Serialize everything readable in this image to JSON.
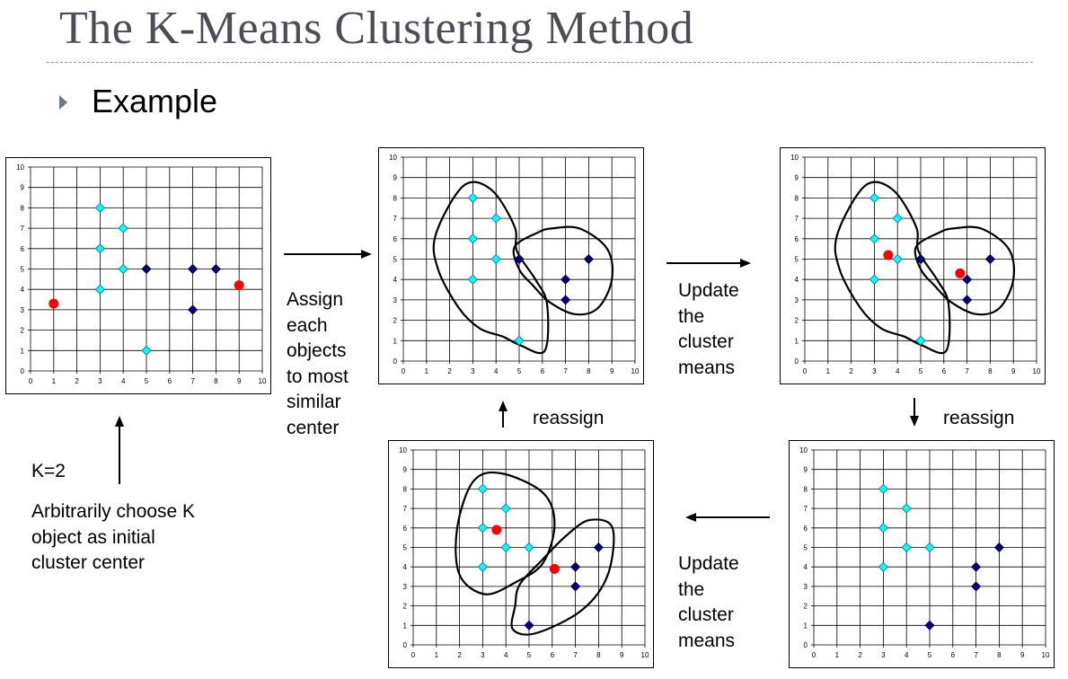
{
  "title": "The K-Means Clustering Method",
  "bullet": "Example",
  "captions": {
    "assign": "Assign\neach\nobjects\nto most\nsimilar\ncenter",
    "update1": "Update\nthe\ncluster\nmeans",
    "update2": "Update\nthe\ncluster\nmeans",
    "reassign1": "reassign",
    "reassign2": "reassign",
    "k": "K=2",
    "arbitrarily": "Arbitrarily choose K\nobject as initial\ncluster center"
  },
  "colors": {
    "light_point": "#00ffff",
    "dark_point": "#000080",
    "center_point": "#ff0000",
    "grid": "#000000"
  },
  "plots": [
    {
      "id": "initial",
      "xlim": [
        0,
        10
      ],
      "ylim": [
        0,
        10
      ],
      "ticks": [
        "0",
        "1",
        "2",
        "3",
        "4",
        "5",
        "6",
        "7",
        "8",
        "9",
        "10"
      ],
      "light_points": [
        [
          3,
          8
        ],
        [
          4,
          7
        ],
        [
          3,
          6
        ],
        [
          4,
          5
        ],
        [
          3,
          4
        ],
        [
          5,
          1
        ]
      ],
      "dark_points": [
        [
          5,
          5
        ],
        [
          7,
          5
        ],
        [
          8,
          5
        ],
        [
          7,
          3
        ]
      ],
      "centers": [
        [
          1,
          3.3
        ],
        [
          9,
          4.2
        ]
      ],
      "clusters": []
    },
    {
      "id": "assigned",
      "xlim": [
        0,
        10
      ],
      "ylim": [
        0,
        10
      ],
      "ticks": [
        "0",
        "1",
        "2",
        "3",
        "4",
        "5",
        "6",
        "7",
        "8",
        "9",
        "10"
      ],
      "light_points": [
        [
          3,
          8
        ],
        [
          4,
          7
        ],
        [
          3,
          6
        ],
        [
          4,
          5
        ],
        [
          3,
          4
        ],
        [
          5,
          1
        ]
      ],
      "dark_points": [
        [
          5,
          5
        ],
        [
          7,
          4
        ],
        [
          8,
          5
        ],
        [
          7,
          3
        ]
      ],
      "centers": [],
      "clusters": [
        [
          [
            1.4,
            6.2
          ],
          [
            2.6,
            8.6
          ],
          [
            3.8,
            8.4
          ],
          [
            4.8,
            6.6
          ],
          [
            4.9,
            5.4
          ],
          [
            5.7,
            4.0
          ],
          [
            6.2,
            2.8
          ],
          [
            6.1,
            0.5
          ],
          [
            5.0,
            0.8
          ],
          [
            4.3,
            1.2
          ],
          [
            3.3,
            1.6
          ],
          [
            2.4,
            2.6
          ],
          [
            1.5,
            4.5
          ]
        ],
        [
          [
            4.8,
            5.6
          ],
          [
            5.8,
            6.3
          ],
          [
            6.4,
            6.5
          ],
          [
            7.6,
            6.5
          ],
          [
            8.8,
            5.5
          ],
          [
            9.0,
            4.0
          ],
          [
            8.4,
            2.6
          ],
          [
            7.4,
            2.3
          ],
          [
            6.3,
            2.9
          ],
          [
            5.6,
            3.7
          ],
          [
            5.0,
            4.5
          ]
        ]
      ]
    },
    {
      "id": "updated",
      "xlim": [
        0,
        10
      ],
      "ylim": [
        0,
        10
      ],
      "ticks": [
        "0",
        "1",
        "2",
        "3",
        "4",
        "5",
        "6",
        "7",
        "8",
        "9",
        "10"
      ],
      "light_points": [
        [
          3,
          8
        ],
        [
          4,
          7
        ],
        [
          3,
          6
        ],
        [
          4,
          5
        ],
        [
          3,
          4
        ],
        [
          5,
          1
        ]
      ],
      "dark_points": [
        [
          5,
          5
        ],
        [
          7,
          4
        ],
        [
          8,
          5
        ],
        [
          7,
          3
        ]
      ],
      "centers": [
        [
          3.6,
          5.2
        ],
        [
          6.7,
          4.3
        ]
      ],
      "clusters": [
        [
          [
            1.4,
            6.2
          ],
          [
            2.6,
            8.6
          ],
          [
            3.8,
            8.4
          ],
          [
            4.8,
            6.6
          ],
          [
            4.9,
            5.4
          ],
          [
            5.7,
            4.0
          ],
          [
            6.2,
            2.8
          ],
          [
            6.1,
            0.5
          ],
          [
            5.0,
            0.8
          ],
          [
            4.3,
            1.2
          ],
          [
            3.3,
            1.6
          ],
          [
            2.4,
            2.6
          ],
          [
            1.5,
            4.5
          ]
        ],
        [
          [
            4.8,
            5.6
          ],
          [
            5.8,
            6.3
          ],
          [
            6.4,
            6.5
          ],
          [
            7.6,
            6.5
          ],
          [
            8.8,
            5.5
          ],
          [
            9.0,
            4.0
          ],
          [
            8.4,
            2.6
          ],
          [
            7.4,
            2.3
          ],
          [
            6.3,
            2.9
          ],
          [
            5.6,
            3.7
          ],
          [
            5.0,
            4.5
          ]
        ]
      ]
    },
    {
      "id": "reassigned",
      "xlim": [
        0,
        10
      ],
      "ylim": [
        0,
        10
      ],
      "ticks": [
        "0",
        "1",
        "2",
        "3",
        "4",
        "5",
        "6",
        "7",
        "8",
        "9",
        "10"
      ],
      "light_points": [
        [
          3,
          8
        ],
        [
          4,
          7
        ],
        [
          3,
          6
        ],
        [
          4,
          5
        ],
        [
          5,
          5
        ],
        [
          3,
          4
        ]
      ],
      "dark_points": [
        [
          8,
          5
        ],
        [
          7,
          4
        ],
        [
          7,
          3
        ],
        [
          5,
          1
        ]
      ],
      "centers": [],
      "clusters": []
    },
    {
      "id": "final",
      "xlim": [
        0,
        10
      ],
      "ylim": [
        0,
        10
      ],
      "ticks": [
        "0",
        "1",
        "2",
        "3",
        "4",
        "5",
        "6",
        "7",
        "8",
        "9",
        "10"
      ],
      "light_points": [
        [
          3,
          8
        ],
        [
          4,
          7
        ],
        [
          3,
          6
        ],
        [
          4,
          5
        ],
        [
          5,
          5
        ],
        [
          3,
          4
        ]
      ],
      "dark_points": [
        [
          8,
          5
        ],
        [
          7,
          4
        ],
        [
          7,
          3
        ],
        [
          5,
          1
        ]
      ],
      "centers": [
        [
          3.6,
          5.9
        ],
        [
          6.1,
          3.9
        ]
      ],
      "clusters": [
        [
          [
            2.6,
            8.4
          ],
          [
            3.8,
            8.8
          ],
          [
            5.6,
            7.8
          ],
          [
            6.1,
            6.2
          ],
          [
            5.6,
            4.2
          ],
          [
            4.4,
            3.2
          ],
          [
            3.1,
            2.6
          ],
          [
            2.0,
            3.6
          ],
          [
            1.9,
            6.0
          ]
        ],
        [
          [
            4.6,
            3.1
          ],
          [
            5.6,
            4.4
          ],
          [
            6.6,
            5.6
          ],
          [
            7.6,
            6.4
          ],
          [
            8.6,
            6.0
          ],
          [
            8.4,
            3.6
          ],
          [
            7.3,
            1.8
          ],
          [
            5.3,
            0.6
          ],
          [
            4.3,
            0.8
          ],
          [
            4.4,
            2.0
          ]
        ]
      ]
    }
  ]
}
